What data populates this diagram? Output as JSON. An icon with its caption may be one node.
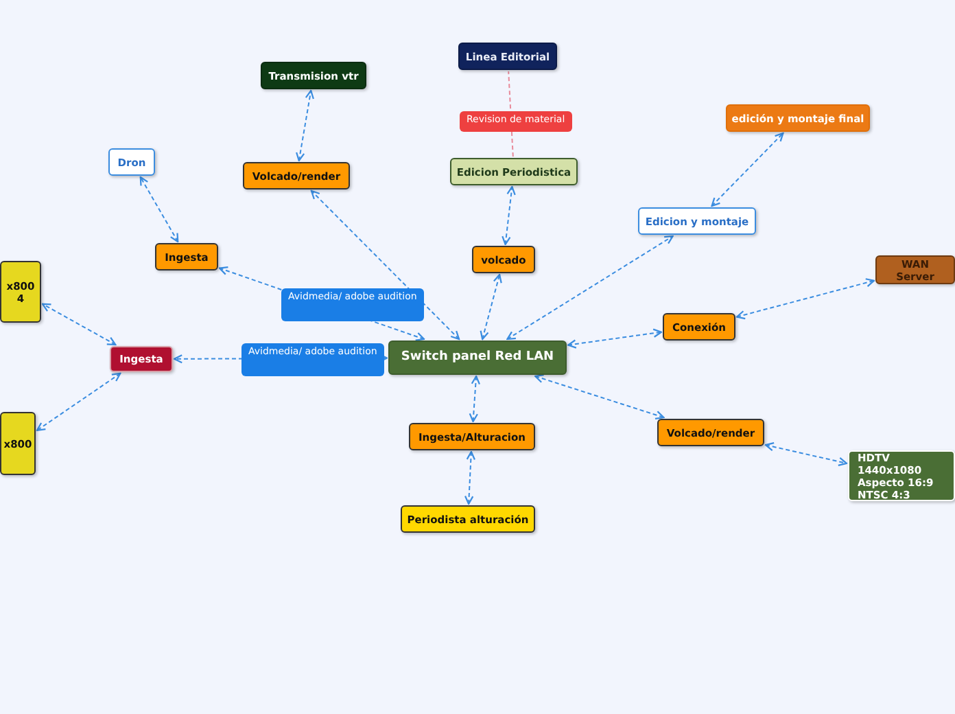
{
  "diagram": {
    "nodes": [
      {
        "text": [
          "Switch panel Red LAN"
        ]
      },
      {
        "text": [
          "Transmision vtr"
        ]
      },
      {
        "text": [
          "Linea Editorial"
        ]
      },
      {
        "text": [
          "Edicion Periodistica"
        ]
      },
      {
        "text": [
          "edición y montaje final"
        ]
      },
      {
        "text": [
          "Dron"
        ]
      },
      {
        "text": [
          "Volcado/render"
        ]
      },
      {
        "text": [
          "volcado"
        ]
      },
      {
        "text": [
          "Edicion y montaje"
        ]
      },
      {
        "text": [
          "Ingesta"
        ]
      },
      {
        "text": [
          "WAN Server"
        ]
      },
      {
        "text": [
          "x800",
          "4"
        ]
      },
      {
        "text": [
          "Ingesta"
        ]
      },
      {
        "text": [
          "Conexión"
        ]
      },
      {
        "text": [
          "x800"
        ]
      },
      {
        "text": [
          "Ingesta/Alturacion"
        ]
      },
      {
        "text": [
          "Volcado/render"
        ]
      },
      {
        "text": [
          "Periodista alturación"
        ]
      },
      {
        "text": [
          "HDTV 1440x1080 Aspecto 16:9 NTSC 4:3"
        ]
      }
    ],
    "edges": [
      {
        "from": 0,
        "to": 12,
        "arrow": "both",
        "label": "Avidmedia/ adobe audition"
      },
      {
        "from": 0,
        "to": 9,
        "arrow": "both",
        "label": "Avidmedia/ adobe audition"
      },
      {
        "from": 0,
        "to": 6,
        "arrow": "both"
      },
      {
        "from": 0,
        "to": 7,
        "arrow": "both"
      },
      {
        "from": 0,
        "to": 8,
        "arrow": "both"
      },
      {
        "from": 0,
        "to": 13,
        "arrow": "both"
      },
      {
        "from": 0,
        "to": 16,
        "arrow": "both"
      },
      {
        "from": 0,
        "to": 15,
        "arrow": "both"
      },
      {
        "from": 6,
        "to": 1,
        "arrow": "both"
      },
      {
        "from": 7,
        "to": 3,
        "arrow": "both"
      },
      {
        "from": 3,
        "to": 2,
        "arrow": "none",
        "label": "Revision de material",
        "color": "#e88a9a"
      },
      {
        "from": 8,
        "to": 4,
        "arrow": "both"
      },
      {
        "from": 9,
        "to": 5,
        "arrow": "both"
      },
      {
        "from": 12,
        "to": 11,
        "arrow": "both"
      },
      {
        "from": 12,
        "to": 14,
        "arrow": "both"
      },
      {
        "from": 13,
        "to": 10,
        "arrow": "both"
      },
      {
        "from": 16,
        "to": 18,
        "arrow": "both"
      },
      {
        "from": 15,
        "to": 17,
        "arrow": "both"
      }
    ]
  }
}
